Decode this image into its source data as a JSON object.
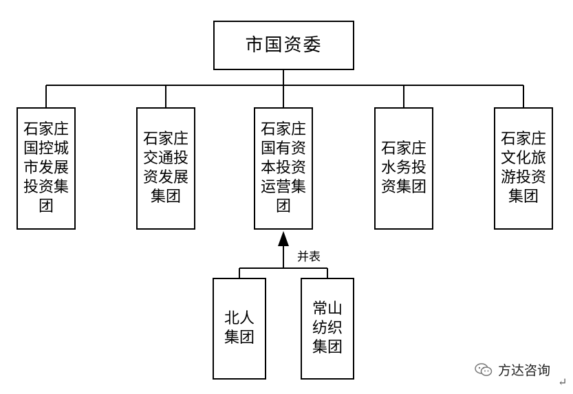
{
  "diagram": {
    "root": {
      "label": "市国资委"
    },
    "groups": [
      {
        "id": "g1",
        "label": "石家庄\n国控城\n市发展\n投资集\n团"
      },
      {
        "id": "g2",
        "label": "石家庄\n交通投\n资发展\n集团"
      },
      {
        "id": "g3",
        "label": "石家庄\n国有资\n本投资\n运营集\n团"
      },
      {
        "id": "g4",
        "label": "石家庄\n水务投\n资集团"
      },
      {
        "id": "g5",
        "label": "石家庄\n文化旅\n游投资\n集团"
      }
    ],
    "merged": [
      {
        "id": "m1",
        "label": "北人\n集团"
      },
      {
        "id": "m2",
        "label": "常山\n纺织\n集团"
      }
    ],
    "merge_edge_label": "并表"
  },
  "watermark": {
    "text": "方达咨询",
    "icon": "wechat-icon"
  },
  "return_mark": "↵"
}
